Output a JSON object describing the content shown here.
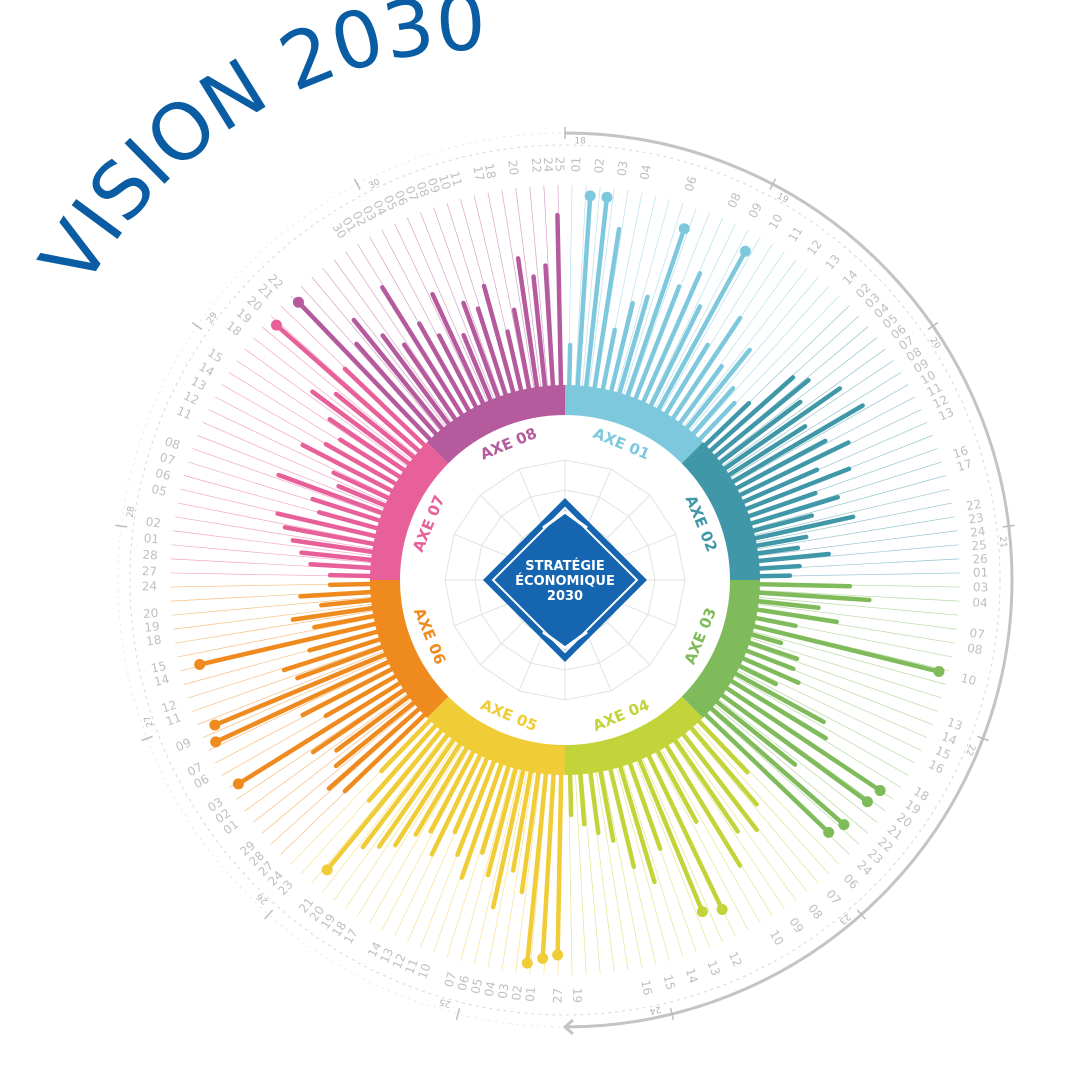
{
  "title": "VISION 2030",
  "logo": {
    "line1": "STRATÉGIE",
    "line2": "ÉCONOMIQUE",
    "line3": "2030",
    "color": "#1565b0"
  },
  "chart_data": {
    "type": "radial-bar",
    "outer_ring_labels": [
      "18",
      "19",
      "20",
      "21",
      "22",
      "23",
      "24",
      "25",
      "26",
      "27",
      "28",
      "29",
      "30"
    ],
    "axes": [
      {
        "name": "AXE 01",
        "color": "#7ec8de",
        "bars": [
          0.2,
          0.95,
          0.95,
          0.8,
          0.3,
          0.45,
          0.5,
          0.88,
          0.6,
          0.7,
          0.55,
          0.9,
          0.4,
          0.6,
          0.35,
          0.5,
          0.3,
          0.25
        ],
        "highlighted": [
          1,
          2,
          7,
          11
        ],
        "ticks": [
          "01",
          "02",
          "03",
          "04",
          "",
          "06",
          "",
          "08",
          "09",
          "10",
          "11",
          "12",
          "13",
          "14"
        ]
      },
      {
        "name": "AXE 02",
        "color": "#3f97a8",
        "bars": [
          0.3,
          0.55,
          0.6,
          0.5,
          0.7,
          0.45,
          0.75,
          0.5,
          0.6,
          0.4,
          0.55,
          0.35,
          0.45,
          0.3,
          0.5,
          0.25,
          0.2,
          0.35,
          0.2,
          0.15
        ],
        "highlighted": [],
        "ticks": [
          "02",
          "03",
          "04",
          "05",
          "06",
          "07",
          "08",
          "09",
          "10",
          "11",
          "12",
          "13",
          "",
          "",
          "16",
          "17",
          "",
          "",
          "22",
          "23",
          "24",
          "25",
          "26",
          "01"
        ]
      },
      {
        "name": "AXE 03",
        "color": "#80bb5b",
        "bars": [
          0.45,
          0.55,
          0.3,
          0.4,
          0.2,
          0.95,
          0.15,
          0.25,
          0.25,
          0.3,
          0.2,
          0.5,
          0.55,
          0.92,
          0.9,
          0.5,
          0.88,
          0.85
        ],
        "highlighted": [
          5,
          13,
          14,
          16,
          17
        ],
        "ticks": [
          "03",
          "04",
          "",
          "07",
          "08",
          "",
          "10",
          "",
          "",
          "13",
          "14",
          "15",
          "16",
          "",
          "18",
          "19",
          "20",
          "21",
          "22",
          "23",
          "24"
        ]
      },
      {
        "name": "AXE 04",
        "color": "#c3d43a",
        "bars": [
          0.35,
          0.5,
          0.6,
          0.55,
          0.7,
          0.4,
          0.85,
          0.82,
          0.45,
          0.6,
          0.5,
          0.35,
          0.3,
          0.25,
          0.2
        ],
        "highlighted": [
          6,
          7
        ],
        "ticks": [
          "06",
          "07",
          "08",
          "09",
          "10",
          "",
          "12",
          "13",
          "14",
          "15",
          "16",
          "",
          "",
          "19"
        ]
      },
      {
        "name": "AXE 05",
        "color": "#f0cc36",
        "bars": [
          0.9,
          0.92,
          0.95,
          0.6,
          0.5,
          0.7,
          0.55,
          0.45,
          0.6,
          0.5,
          0.4,
          0.55,
          0.45,
          0.5,
          0.6,
          0.65,
          0.7,
          0.9,
          0.5,
          0.35
        ],
        "highlighted": [
          0,
          1,
          2,
          17
        ],
        "ticks": [
          "27",
          "",
          "01",
          "02",
          "03",
          "04",
          "05",
          "06",
          "07",
          "",
          "10",
          "11",
          "12",
          "13",
          "14",
          "",
          "17",
          "18",
          "19",
          "20",
          "21",
          "",
          "23",
          "24"
        ]
      },
      {
        "name": "AXE 06",
        "color": "#ef8a1e",
        "bars": [
          0.55,
          0.6,
          0.5,
          0.45,
          0.55,
          0.95,
          0.4,
          0.5,
          0.95,
          0.92,
          0.45,
          0.5,
          0.35,
          0.9,
          0.3,
          0.4,
          0.25,
          0.35,
          0.2
        ],
        "highlighted": [
          5,
          8,
          9,
          13
        ],
        "ticks": [
          "27",
          "28",
          "29",
          "",
          "01",
          "02",
          "03",
          "",
          "06",
          "07",
          "",
          "09",
          "",
          "11",
          "12",
          "",
          "14",
          "15",
          "",
          "18",
          "19",
          "20",
          "",
          "24"
        ]
      },
      {
        "name": "AXE 07",
        "color": "#e8609a",
        "bars": [
          0.2,
          0.3,
          0.35,
          0.4,
          0.45,
          0.5,
          0.3,
          0.35,
          0.55,
          0.25,
          0.3,
          0.5,
          0.4,
          0.35,
          0.45,
          0.6,
          0.5,
          0.95,
          0.55
        ],
        "highlighted": [
          17
        ],
        "ticks": [
          "27",
          "28",
          "01",
          "02",
          "",
          "05",
          "06",
          "07",
          "08",
          "",
          "11",
          "12",
          "13",
          "14",
          "15",
          "",
          "18",
          "19",
          "20",
          "21"
        ]
      },
      {
        "name": "AXE 08",
        "color": "#b55a9d",
        "bars": [
          0.95,
          0.6,
          0.7,
          0.55,
          0.45,
          0.75,
          0.5,
          0.4,
          0.6,
          0.35,
          0.5,
          0.45,
          0.55,
          0.3,
          0.4,
          0.65,
          0.55,
          0.6,
          0.85
        ],
        "highlighted": [
          0
        ],
        "ticks": [
          "22",
          "",
          "",
          "",
          "",
          "",
          "",
          "30",
          "01",
          "02",
          "03",
          "04",
          "05",
          "06",
          "07",
          "08",
          "09",
          "10",
          "11",
          "",
          "17",
          "18",
          "",
          "20",
          "",
          "22",
          "24",
          "25"
        ]
      }
    ],
    "highlight_labels": [
      "02",
      "03",
      "09",
      "13",
      "10",
      "18",
      "19",
      "22",
      "23",
      "10",
      "12",
      "01",
      "02",
      "03",
      "18",
      "11",
      "14",
      "15",
      "18",
      "21",
      "20"
    ]
  }
}
